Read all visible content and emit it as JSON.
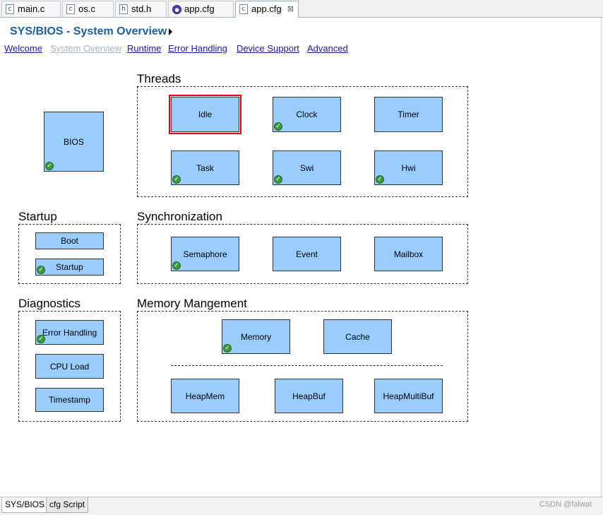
{
  "tabs": [
    {
      "label": "main.c",
      "icon": "c-file-icon",
      "glyph": "c"
    },
    {
      "label": "os.c",
      "icon": "c-file-icon",
      "glyph": "c"
    },
    {
      "label": "std.h",
      "icon": "h-file-icon",
      "glyph": "h"
    },
    {
      "label": "app.cfg",
      "icon": "cfg-file-icon",
      "glyph": "●"
    },
    {
      "label": "app.cfg",
      "icon": "cfg-file-icon",
      "glyph": "c",
      "active": true,
      "close": "⊠"
    }
  ],
  "header": {
    "title": "SYS/BIOS - System Overview"
  },
  "nav": [
    "Welcome",
    "System Overview",
    "Runtime",
    "Error Handling",
    "Device Support",
    "Advanced"
  ],
  "nav_disabled": "System Overview",
  "check_glyph": "✓",
  "groups": {
    "threads": "Threads",
    "startup": "Startup",
    "sync": "Synchronization",
    "diagnostics": "Diagnostics",
    "memory": "Memory Mangement"
  },
  "modules": {
    "bios": {
      "label": "BIOS",
      "enabled": true
    },
    "idle": {
      "label": "Idle",
      "enabled": false,
      "selected": true
    },
    "clock": {
      "label": "Clock",
      "enabled": true
    },
    "timer": {
      "label": "Timer",
      "enabled": false
    },
    "task": {
      "label": "Task",
      "enabled": true
    },
    "swi": {
      "label": "Swi",
      "enabled": true
    },
    "hwi": {
      "label": "Hwi",
      "enabled": true
    },
    "boot": {
      "label": "Boot",
      "enabled": false
    },
    "startup": {
      "label": "Startup",
      "enabled": true
    },
    "semaphore": {
      "label": "Semaphore",
      "enabled": true
    },
    "event": {
      "label": "Event",
      "enabled": false
    },
    "mailbox": {
      "label": "Mailbox",
      "enabled": false
    },
    "error_handling": {
      "label": "Error Handling",
      "enabled": true
    },
    "cpu_load": {
      "label": "CPU Load",
      "enabled": false
    },
    "timestamp": {
      "label": "Timestamp",
      "enabled": false
    },
    "memory": {
      "label": "Memory",
      "enabled": true
    },
    "cache": {
      "label": "Cache",
      "enabled": false
    },
    "heapmem": {
      "label": "HeapMem",
      "enabled": false
    },
    "heapbuf": {
      "label": "HeapBuf",
      "enabled": false
    },
    "heapmultibuf": {
      "label": "HeapMultiBuf",
      "enabled": false
    }
  },
  "bottom_tabs": [
    "SYS/BIOS",
    "cfg Script"
  ],
  "watermark": "CSDN @falwat",
  "colors": {
    "module_fill": "#99ccff",
    "selection": "#e8000a",
    "title": "#1d5fa3",
    "link": "#1a1aa6"
  }
}
